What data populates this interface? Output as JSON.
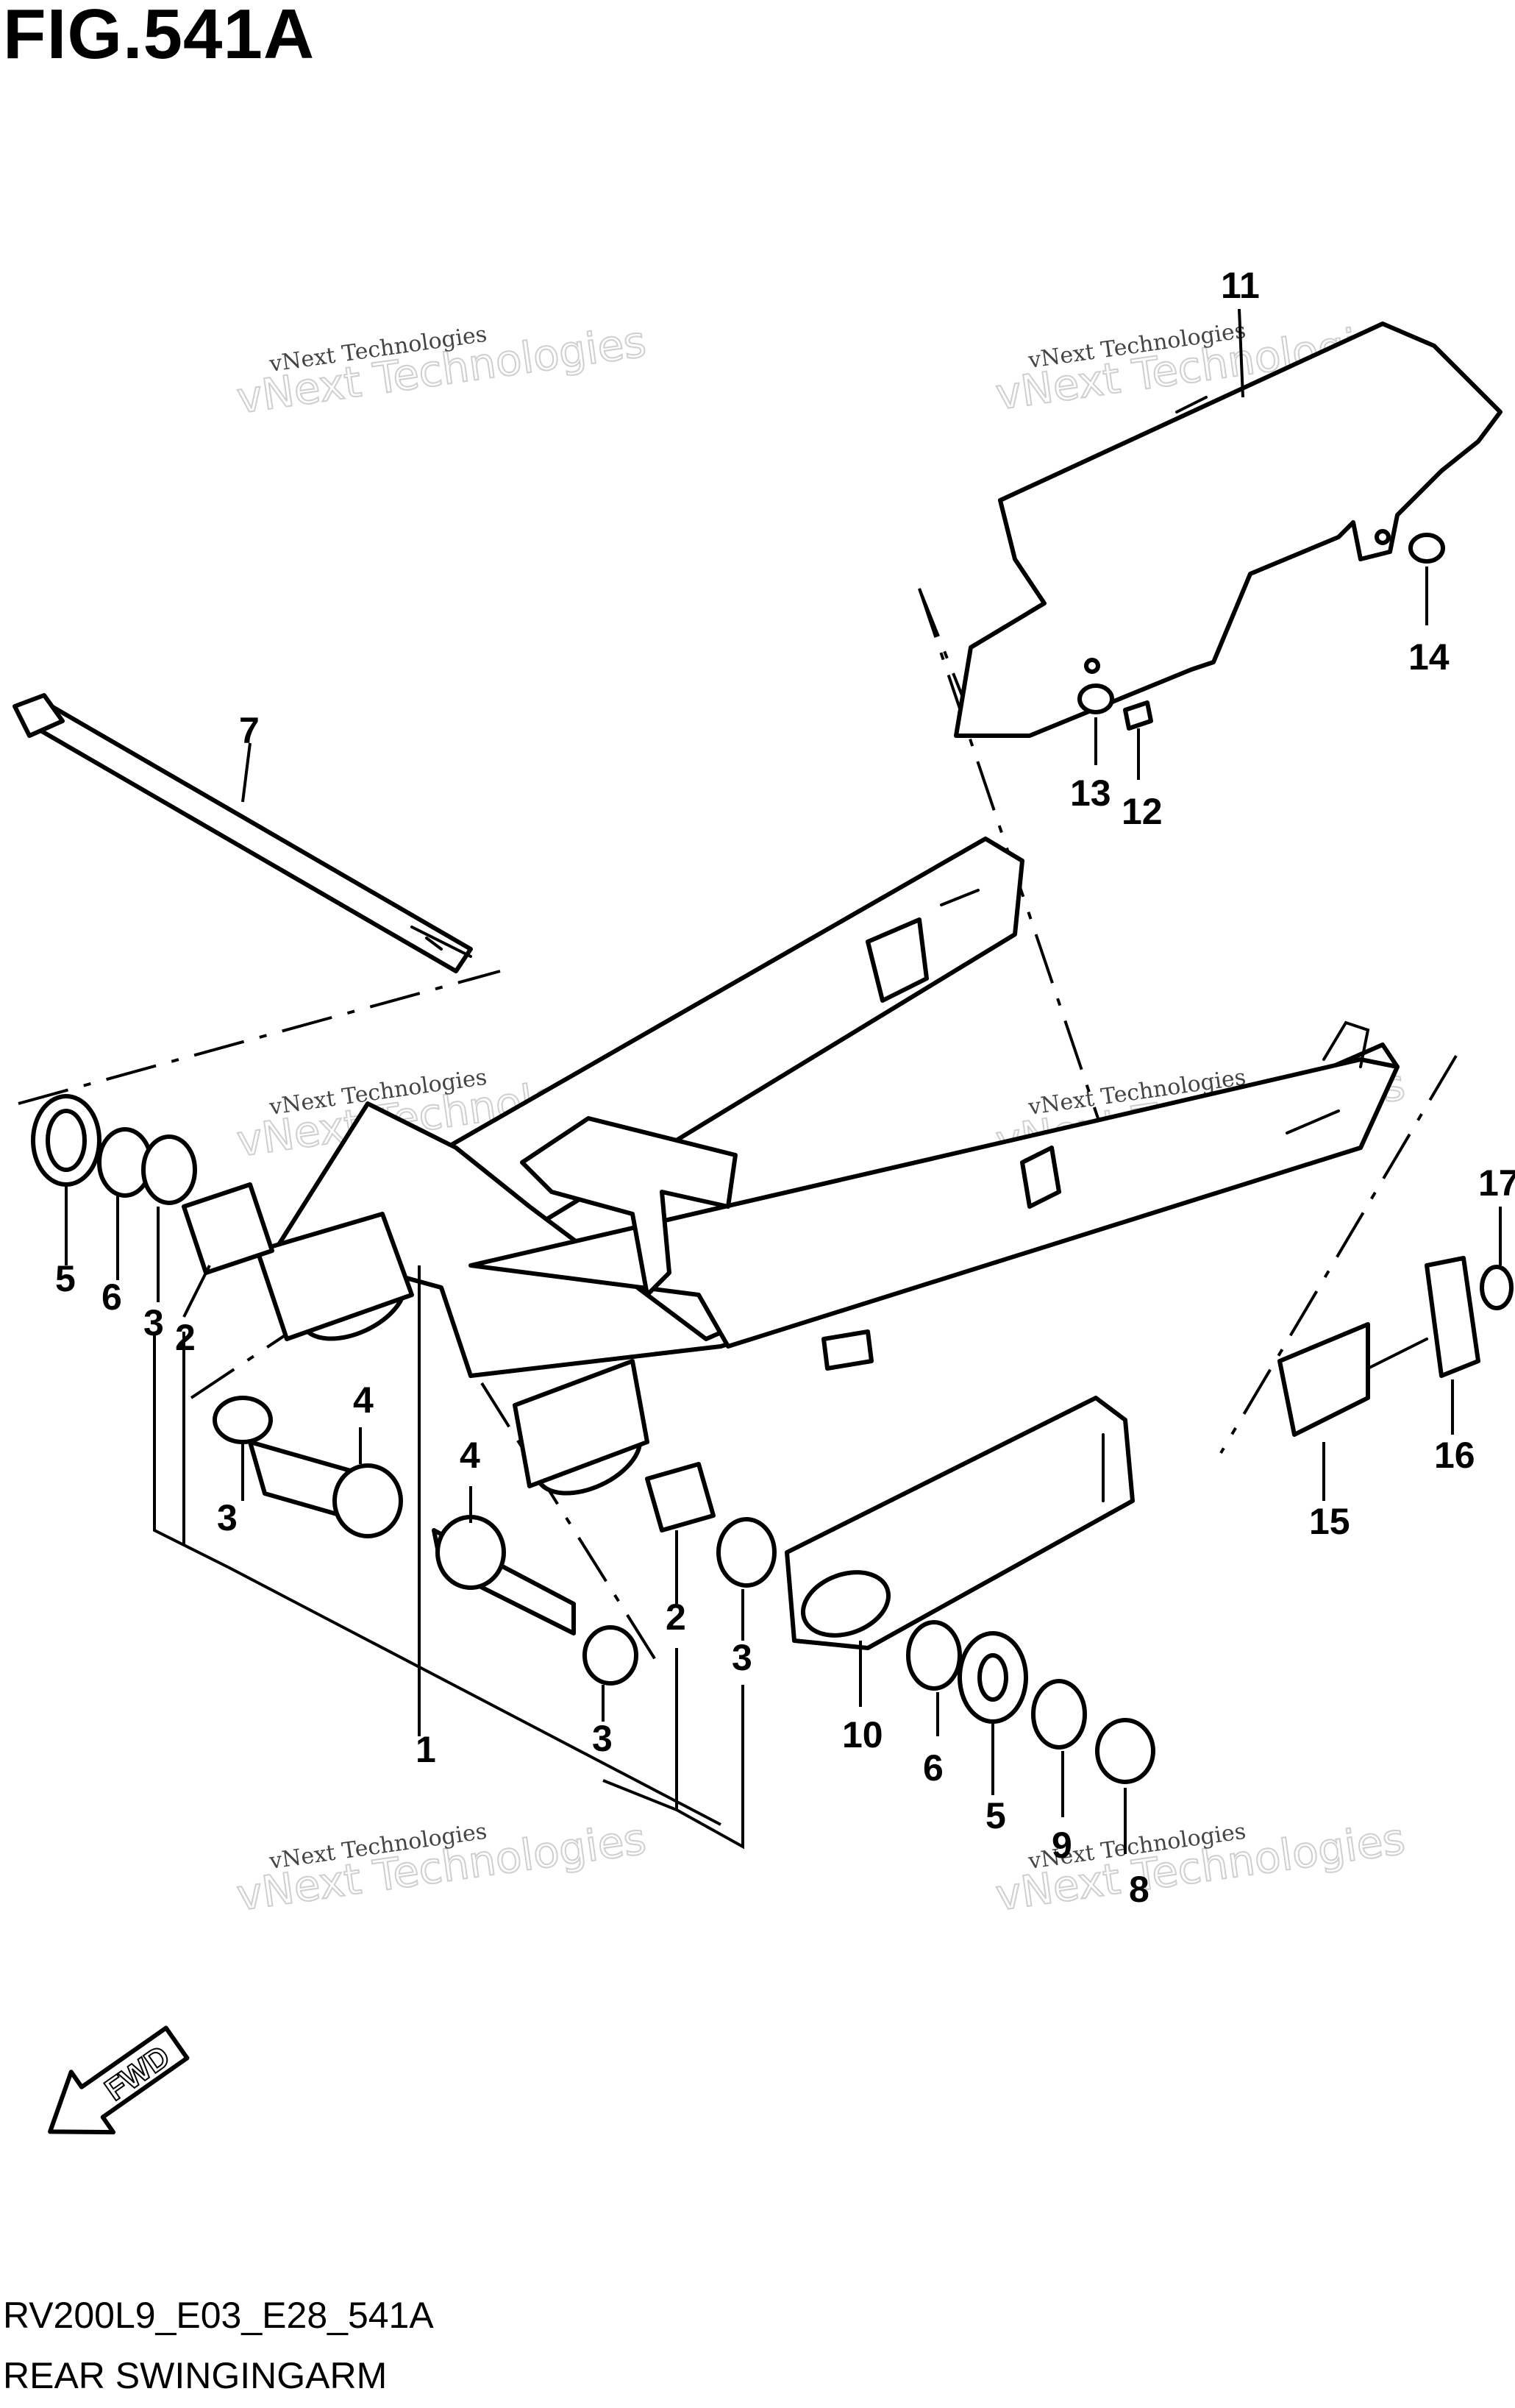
{
  "figure_title": "FIG.541A",
  "diagram_code": "RV200L9_E03_E28_541A",
  "caption": "REAR SWINGINGARM",
  "fwd_label": "FWD",
  "watermark_line1": "vNext Technologies",
  "watermark_line2": "vNext Technologies",
  "callouts": {
    "c1": "1",
    "c2a": "2",
    "c2b": "2",
    "c3a": "3",
    "c3b": "3",
    "c3c": "3",
    "c3d": "3",
    "c4a": "4",
    "c4b": "4",
    "c5a": "5",
    "c5b": "5",
    "c6a": "6",
    "c6b": "6",
    "c7": "7",
    "c8": "8",
    "c9": "9",
    "c10": "10",
    "c11": "11",
    "c12": "12",
    "c13": "13",
    "c14": "14",
    "c15": "15",
    "c16": "16",
    "c17": "17"
  }
}
